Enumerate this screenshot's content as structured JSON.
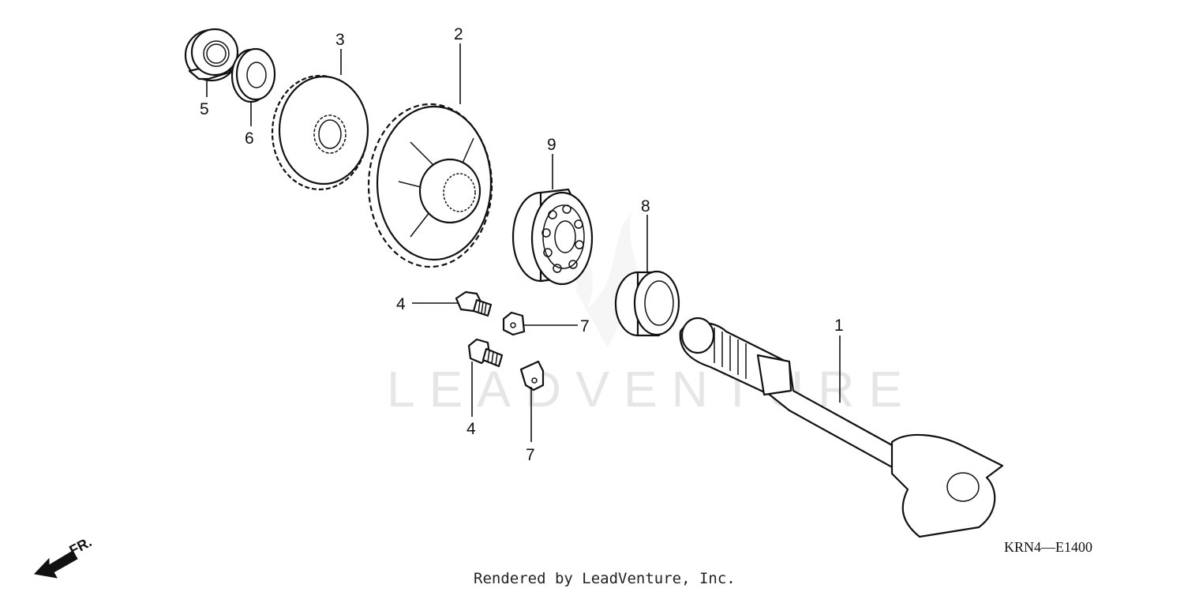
{
  "watermark": "LEADVENTURE",
  "diagram_code": "KRN4—E1400",
  "footer": "Rendered by LeadVenture, Inc.",
  "direction_label": "FR.",
  "callouts": {
    "c1": "1",
    "c2": "2",
    "c3": "3",
    "c4a": "4",
    "c4b": "4",
    "c5": "5",
    "c6": "6",
    "c7a": "7",
    "c7b": "7",
    "c8": "8",
    "c9": "9"
  }
}
